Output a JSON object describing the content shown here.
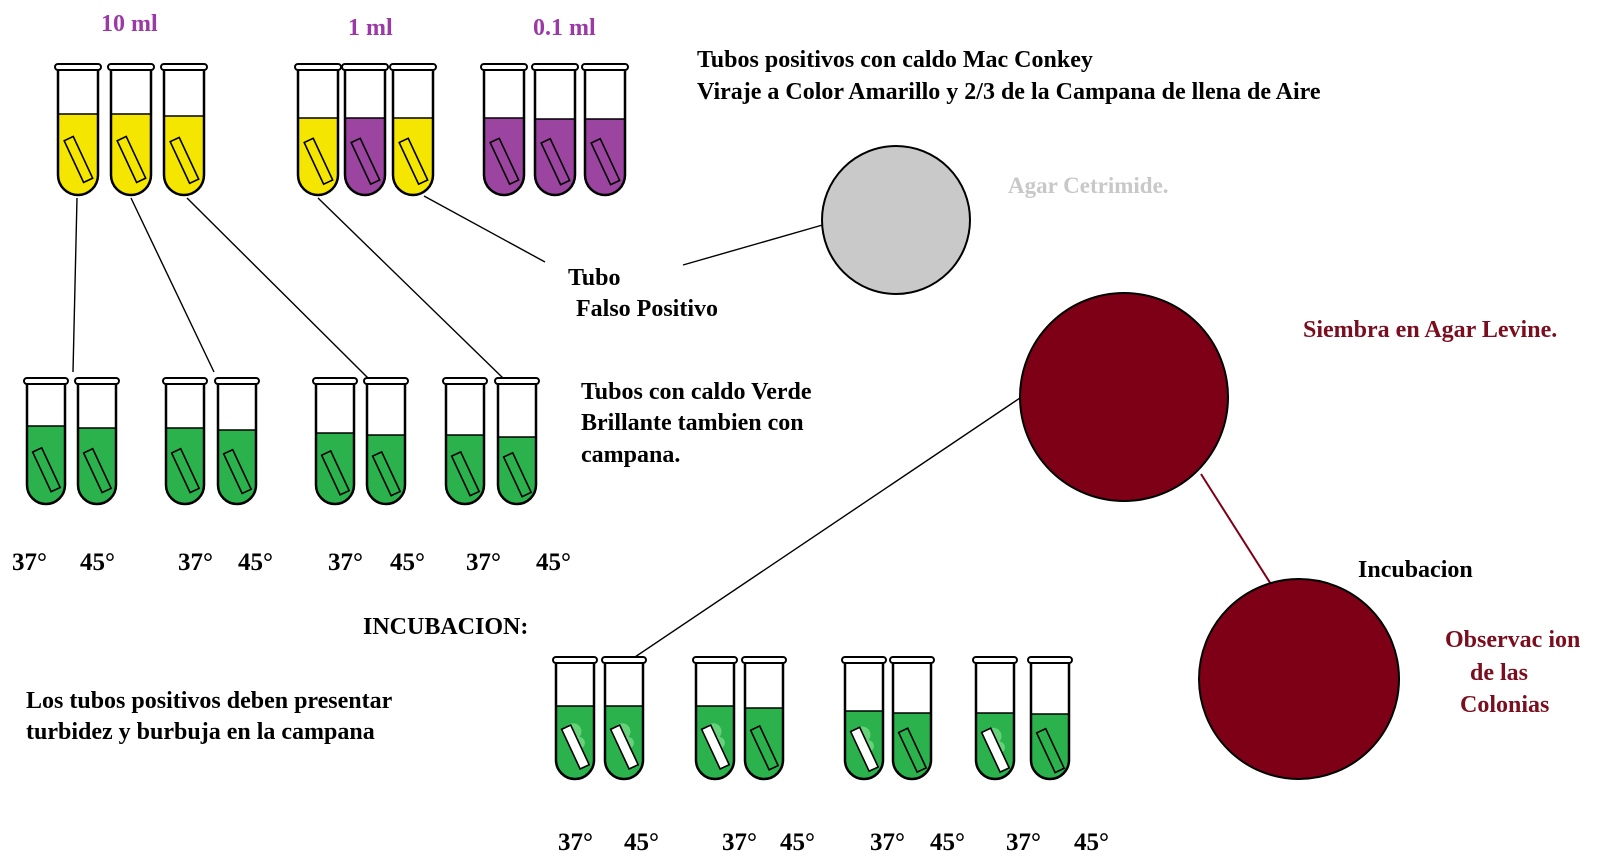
{
  "headers": {
    "vol_10": "10 ml",
    "vol_1": "1 ml",
    "vol_01": "0.1 ml"
  },
  "mac_conkey": {
    "line1": "Tubos positivos con caldo Mac Conkey",
    "line2": "Viraje a Color Amarillo y 2/3 de la Campana de llena de Aire"
  },
  "cetrimide": "Agar Cetrimide.",
  "falso_positivo": {
    "line1": "Tubo",
    "line2": " Falso Positivo"
  },
  "levine": "Siembra en Agar Levine.",
  "verde": {
    "line1": "Tubos con caldo Verde",
    "line2": "Brillante tambien con",
    "line3": "campana."
  },
  "temps_row1": [
    "37°",
    "45°",
    "37°",
    "45°",
    "37°",
    "45°",
    "37°",
    "45°"
  ],
  "incubacion_title": "INCUBACION:",
  "positivos": {
    "line1": "Los tubos positivos deben presentar",
    "line2": "turbidez y burbuja en la campana"
  },
  "incubacion_right": "Incubacion",
  "observacion": {
    "line1": "Observac ion",
    "line2": "de las",
    "line3": "Colonias"
  },
  "temps_row2": [
    "37°",
    "45°",
    "37°",
    "45°",
    "37°",
    "45°",
    "37°",
    "45°"
  ],
  "colors": {
    "yellow": "#f5e600",
    "purple": "#9c45a0",
    "green": "#2bb24c",
    "maroon": "#7e0016",
    "grey": "#c9c9c9"
  }
}
